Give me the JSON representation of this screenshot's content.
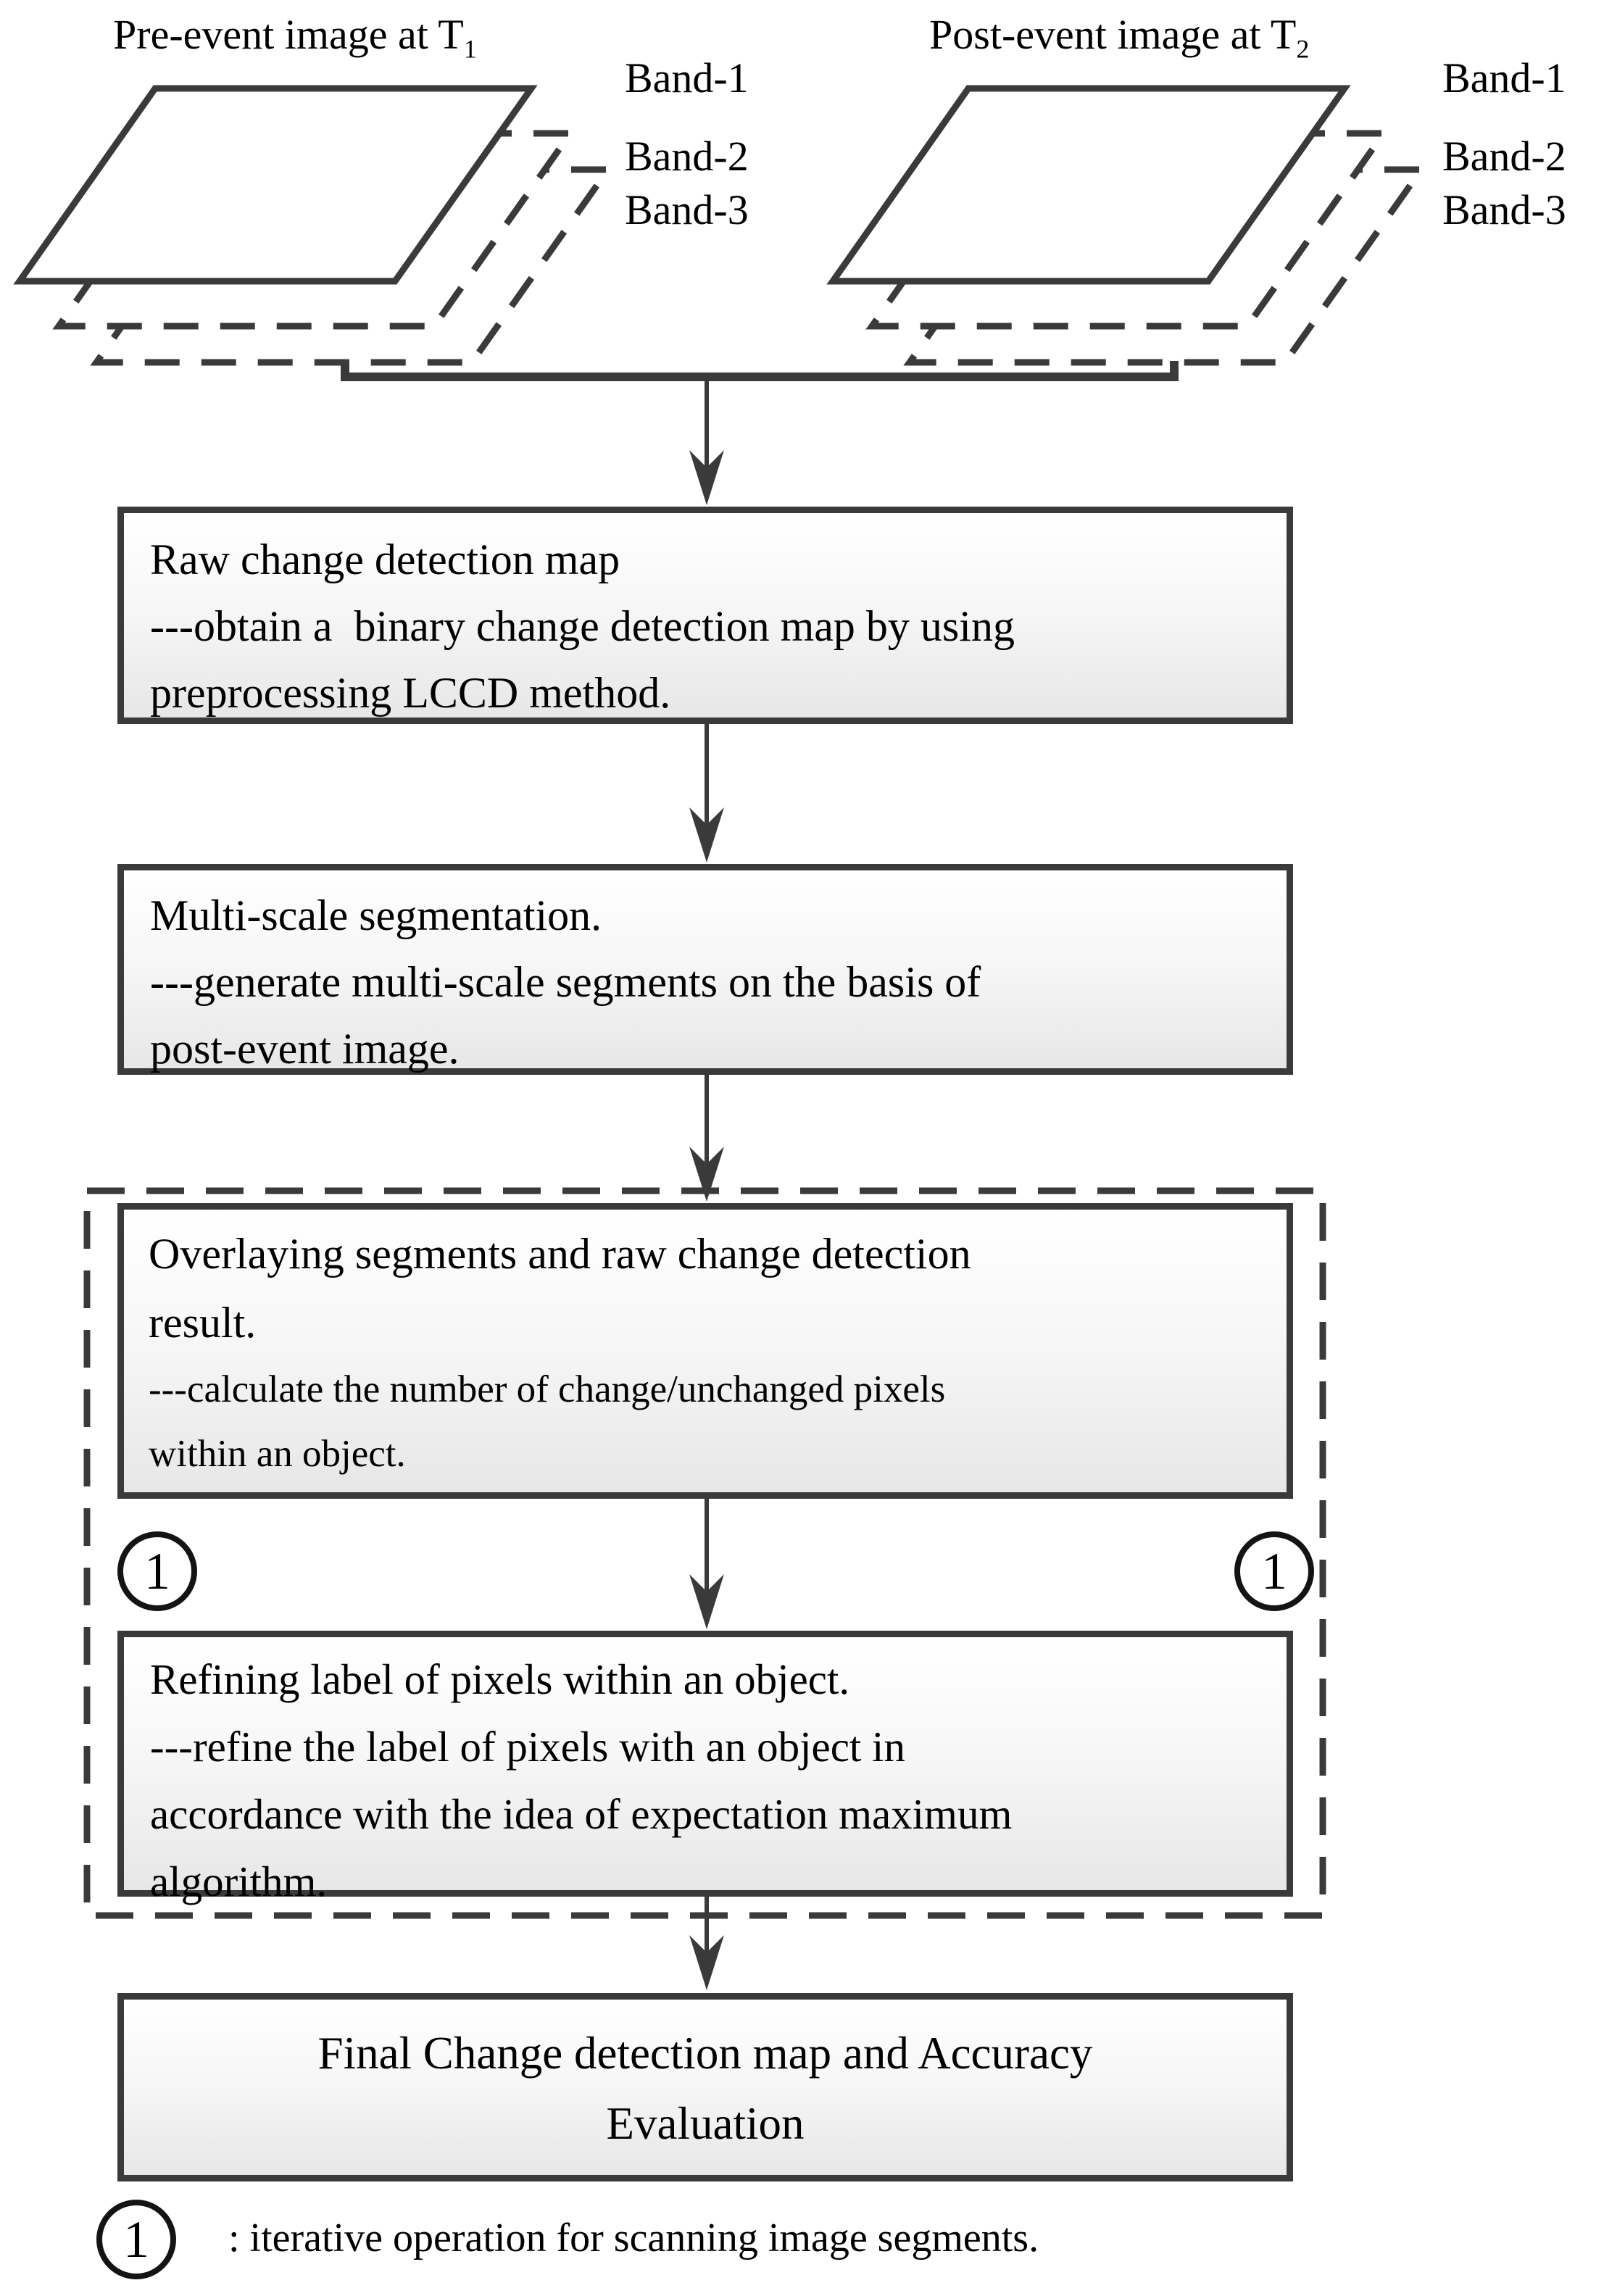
{
  "figure": {
    "pre_event": {
      "title": "Pre-event image at T",
      "title_sub": "1",
      "bands": [
        "Band-1",
        "Band-2",
        "Band-3"
      ]
    },
    "post_event": {
      "title": "Post-event image at T",
      "title_sub": "2",
      "bands": [
        "Band-1",
        "Band-2",
        "Band-3"
      ]
    },
    "boxes": {
      "raw": {
        "lines": [
          "Raw change detection map",
          "---obtain a  binary change detection map by using",
          "preprocessing LCCD method."
        ]
      },
      "multiscale": {
        "lines": [
          "Multi-scale segmentation.",
          "---generate multi-scale segments on the basis of",
          "post-event image."
        ]
      },
      "overlay": {
        "lines": [
          "Overlaying segments and raw change detection",
          "result.",
          "---calculate the number of change/unchanged pixels",
          "within an object."
        ]
      },
      "refine": {
        "lines": [
          "Refining label of pixels within an object.",
          "---refine the label of pixels with an object in",
          "accordance with the idea of expectation maximum",
          "algorithm."
        ]
      },
      "final": {
        "lines": [
          "Final Change detection map and Accuracy",
          "Evaluation"
        ]
      }
    },
    "loop_markers": {
      "left": "1",
      "right": "1"
    },
    "legend": {
      "marker": "1",
      "text": ": iterative operation for scanning image segments."
    },
    "colors": {
      "stroke": "#3a3a3a",
      "text": "#000000",
      "fill_top": "#ffffff",
      "fill_bottom": "#e7e7e7"
    }
  }
}
